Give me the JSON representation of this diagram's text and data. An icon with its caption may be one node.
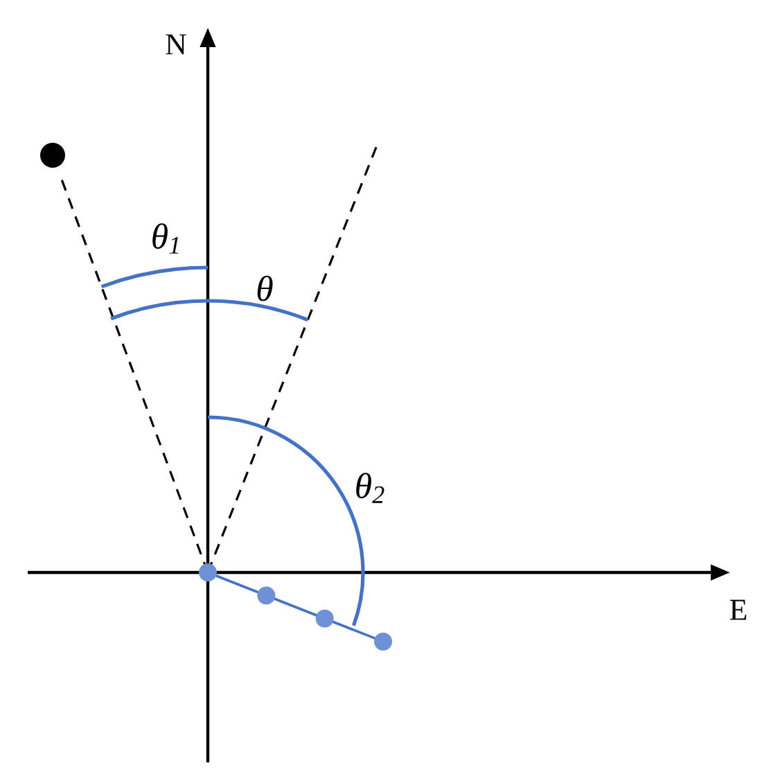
{
  "diagram": {
    "labels": [
      "N",
      "θ$_{1}$",
      "θ",
      "θ$_{2}$",
      "E"
    ]
  }
}
